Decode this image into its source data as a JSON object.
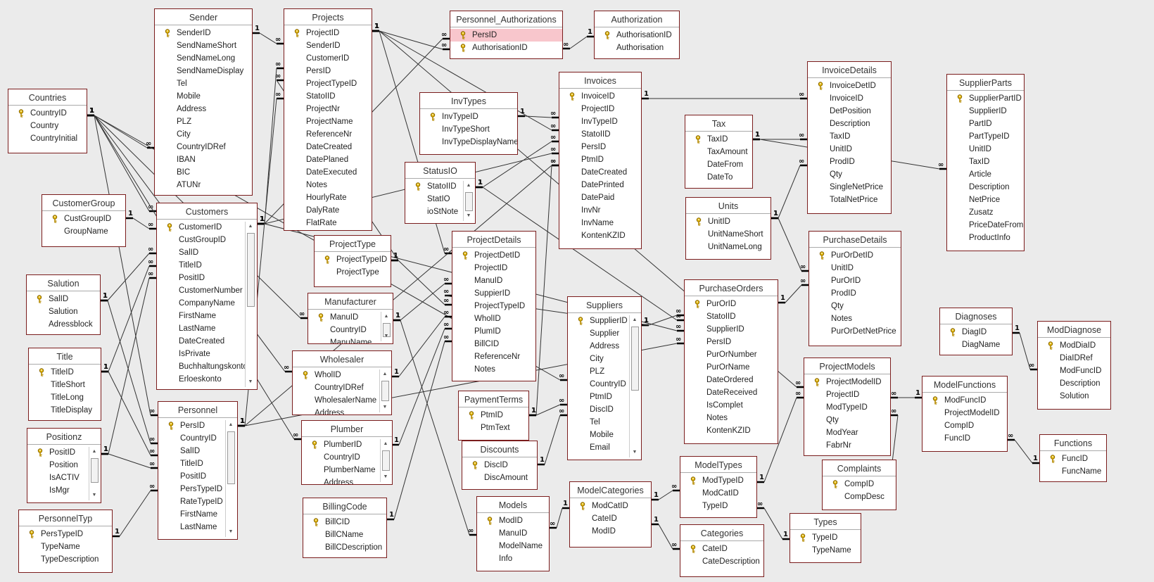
{
  "diagram": {
    "type": "relationships",
    "one_label": "1",
    "many_label": "∞",
    "tables": [
      {
        "name": "Sender",
        "fields": [
          {
            "n": "SenderID",
            "k": true
          },
          {
            "n": "SendNameShort"
          },
          {
            "n": "SendNameLong"
          },
          {
            "n": "SendNameDisplay"
          },
          {
            "n": "Tel"
          },
          {
            "n": "Mobile"
          },
          {
            "n": "Address"
          },
          {
            "n": "PLZ"
          },
          {
            "n": "City"
          },
          {
            "n": "CountryIDRef"
          },
          {
            "n": "IBAN"
          },
          {
            "n": "BIC"
          },
          {
            "n": "ATUNr"
          }
        ]
      },
      {
        "name": "Projects",
        "fields": [
          {
            "n": "ProjectID",
            "k": true
          },
          {
            "n": "SenderID"
          },
          {
            "n": "CustomerID"
          },
          {
            "n": "PersID"
          },
          {
            "n": "ProjectTypeID"
          },
          {
            "n": "StatoIID"
          },
          {
            "n": "ProjectNr"
          },
          {
            "n": "ProjectName"
          },
          {
            "n": "ReferenceNr"
          },
          {
            "n": "DateCreated"
          },
          {
            "n": "DatePlaned"
          },
          {
            "n": "DateExecuted"
          },
          {
            "n": "Notes"
          },
          {
            "n": "HourlyRate"
          },
          {
            "n": "DalyRate"
          },
          {
            "n": "FlatRate"
          }
        ]
      },
      {
        "name": "Personnel_Authorizations",
        "fields": [
          {
            "n": "PersID",
            "k": true,
            "sel": true
          },
          {
            "n": "AuthorisationID",
            "k": true
          }
        ]
      },
      {
        "name": "Authorization",
        "fields": [
          {
            "n": "AuthorisationID",
            "k": true
          },
          {
            "n": "Authorisation"
          }
        ]
      },
      {
        "name": "Countries",
        "fields": [
          {
            "n": "CountryID",
            "k": true
          },
          {
            "n": "Country"
          },
          {
            "n": "CountryInitial"
          }
        ]
      },
      {
        "name": "InvTypes",
        "fields": [
          {
            "n": "InvTypeID",
            "k": true
          },
          {
            "n": "InvTypeShort"
          },
          {
            "n": "InvTypeDisplayName"
          }
        ]
      },
      {
        "name": "Invoices",
        "fields": [
          {
            "n": "InvoiceID",
            "k": true
          },
          {
            "n": "ProjectID"
          },
          {
            "n": "InvTypeID"
          },
          {
            "n": "StatoIID"
          },
          {
            "n": "PersID"
          },
          {
            "n": "PtmID"
          },
          {
            "n": "DateCreated"
          },
          {
            "n": "DatePrinted"
          },
          {
            "n": "DatePaid"
          },
          {
            "n": "InvNr"
          },
          {
            "n": "InvName"
          },
          {
            "n": "KontenKZID"
          }
        ]
      },
      {
        "name": "InvoiceDetails",
        "fields": [
          {
            "n": "InvoiceDetID",
            "k": true
          },
          {
            "n": "InvoiceID"
          },
          {
            "n": "DetPosition"
          },
          {
            "n": "Description"
          },
          {
            "n": "TaxID"
          },
          {
            "n": "UnitID"
          },
          {
            "n": "ProdID"
          },
          {
            "n": "Qty"
          },
          {
            "n": "SingleNetPrice"
          },
          {
            "n": "TotalNetPrice"
          }
        ]
      },
      {
        "name": "SupplierParts",
        "fields": [
          {
            "n": "SupplierPartID",
            "k": true
          },
          {
            "n": "SupplierID"
          },
          {
            "n": "PartID"
          },
          {
            "n": "PartTypeID"
          },
          {
            "n": "UnitID"
          },
          {
            "n": "TaxID"
          },
          {
            "n": "Article"
          },
          {
            "n": "Description"
          },
          {
            "n": "NetPrice"
          },
          {
            "n": "Zusatz"
          },
          {
            "n": "PriceDateFrom"
          },
          {
            "n": "ProductInfo"
          }
        ]
      },
      {
        "name": "Tax",
        "fields": [
          {
            "n": "TaxID",
            "k": true
          },
          {
            "n": "TaxAmount"
          },
          {
            "n": "DateFrom"
          },
          {
            "n": "DateTo"
          }
        ]
      },
      {
        "name": "StatusIO",
        "scroll": true,
        "fields": [
          {
            "n": "StatoIID",
            "k": true
          },
          {
            "n": "StatIO"
          },
          {
            "n": "ioStNote"
          }
        ]
      },
      {
        "name": "CustomerGroup",
        "fields": [
          {
            "n": "CustGroupID",
            "k": true
          },
          {
            "n": "GroupName"
          }
        ]
      },
      {
        "name": "Customers",
        "scroll": true,
        "fields": [
          {
            "n": "CustomerID",
            "k": true
          },
          {
            "n": "CustGroupID"
          },
          {
            "n": "SalID"
          },
          {
            "n": "TitleID"
          },
          {
            "n": "PositID"
          },
          {
            "n": "CustomerNumber"
          },
          {
            "n": "CompanyName"
          },
          {
            "n": "FirstName"
          },
          {
            "n": "LastName"
          },
          {
            "n": "DateCreated"
          },
          {
            "n": "IsPrivate"
          },
          {
            "n": "Buchhaltungskonto"
          },
          {
            "n": "Erloeskonto"
          }
        ]
      },
      {
        "name": "Units",
        "fields": [
          {
            "n": "UnitID",
            "k": true
          },
          {
            "n": "UnitNameShort"
          },
          {
            "n": "UnitNameLong"
          }
        ]
      },
      {
        "name": "ProjectType",
        "fields": [
          {
            "n": "ProjectTypeID",
            "k": true
          },
          {
            "n": "ProjectType"
          }
        ]
      },
      {
        "name": "ProjectDetails",
        "fields": [
          {
            "n": "ProjectDetID",
            "k": true
          },
          {
            "n": "ProjectID"
          },
          {
            "n": "ManuID"
          },
          {
            "n": "SuppierID"
          },
          {
            "n": "ProjectTypeID"
          },
          {
            "n": "WholID"
          },
          {
            "n": "PlumID"
          },
          {
            "n": "BillCID"
          },
          {
            "n": "ReferenceNr"
          },
          {
            "n": "Notes"
          }
        ]
      },
      {
        "name": "PurchaseDetails",
        "fields": [
          {
            "n": "PurOrDetID",
            "k": true
          },
          {
            "n": "UnitID"
          },
          {
            "n": "PurOrID"
          },
          {
            "n": "ProdID"
          },
          {
            "n": "Qty"
          },
          {
            "n": "Notes"
          },
          {
            "n": "PurOrDetNetPrice"
          }
        ]
      },
      {
        "name": "Salution",
        "fields": [
          {
            "n": "SalID",
            "k": true
          },
          {
            "n": "Salution"
          },
          {
            "n": "Adressblock"
          }
        ]
      },
      {
        "name": "Manufacturer",
        "scroll": true,
        "fields": [
          {
            "n": "ManuID",
            "k": true
          },
          {
            "n": "CountryID"
          },
          {
            "n": "ManuName"
          }
        ]
      },
      {
        "name": "PurchaseOrders",
        "fields": [
          {
            "n": "PurOrID",
            "k": true
          },
          {
            "n": "StatoIID"
          },
          {
            "n": "SupplierID"
          },
          {
            "n": "PersID"
          },
          {
            "n": "PurOrNumber"
          },
          {
            "n": "PurOrName"
          },
          {
            "n": "DateOrdered"
          },
          {
            "n": "DateReceived"
          },
          {
            "n": "IsComplet"
          },
          {
            "n": "Notes"
          },
          {
            "n": "KontenKZID"
          }
        ]
      },
      {
        "name": "Suppliers",
        "scroll": true,
        "fields": [
          {
            "n": "SupplierID",
            "k": true
          },
          {
            "n": "Supplier"
          },
          {
            "n": "Address"
          },
          {
            "n": "City"
          },
          {
            "n": "PLZ"
          },
          {
            "n": "CountryID"
          },
          {
            "n": "PtmID"
          },
          {
            "n": "DiscID"
          },
          {
            "n": "Tel"
          },
          {
            "n": "Mobile"
          },
          {
            "n": "Email"
          }
        ]
      },
      {
        "name": "Diagnoses",
        "fields": [
          {
            "n": "DiagID",
            "k": true
          },
          {
            "n": "DiagName"
          }
        ]
      },
      {
        "name": "ModDiagnose",
        "fields": [
          {
            "n": "ModDiaID",
            "k": true
          },
          {
            "n": "DiaIDRef"
          },
          {
            "n": "ModFuncID"
          },
          {
            "n": "Description"
          },
          {
            "n": "Solution"
          }
        ]
      },
      {
        "name": "Title",
        "fields": [
          {
            "n": "TitleID",
            "k": true
          },
          {
            "n": "TitleShort"
          },
          {
            "n": "TitleLong"
          },
          {
            "n": "TitleDisplay"
          }
        ]
      },
      {
        "name": "Wholesaler",
        "scroll": true,
        "fields": [
          {
            "n": "WholID",
            "k": true
          },
          {
            "n": "CountryIDRef"
          },
          {
            "n": "WholesalerName"
          },
          {
            "n": "Address"
          }
        ]
      },
      {
        "name": "ProjectModels",
        "fields": [
          {
            "n": "ProjectModelID",
            "k": true
          },
          {
            "n": "ProjectID"
          },
          {
            "n": "ModTypeID"
          },
          {
            "n": "Qty"
          },
          {
            "n": "ModYear"
          },
          {
            "n": "FabrNr"
          }
        ]
      },
      {
        "name": "ModelFunctions",
        "fields": [
          {
            "n": "ModFuncID",
            "k": true
          },
          {
            "n": "ProjectModelID"
          },
          {
            "n": "CompID"
          },
          {
            "n": "FuncID"
          }
        ]
      },
      {
        "name": "PaymentTerms",
        "fields": [
          {
            "n": "PtmID",
            "k": true
          },
          {
            "n": "PtmText"
          }
        ]
      },
      {
        "name": "Personnel",
        "scroll": true,
        "fields": [
          {
            "n": "PersID",
            "k": true
          },
          {
            "n": "CountryID"
          },
          {
            "n": "SalID"
          },
          {
            "n": "TitleID"
          },
          {
            "n": "PositID"
          },
          {
            "n": "PersTypeID"
          },
          {
            "n": "RateTypeID"
          },
          {
            "n": "FirstName"
          },
          {
            "n": "LastName"
          }
        ]
      },
      {
        "name": "Plumber",
        "scroll": true,
        "fields": [
          {
            "n": "PlumberID",
            "k": true
          },
          {
            "n": "CountryID"
          },
          {
            "n": "PlumberName"
          },
          {
            "n": "Address"
          }
        ]
      },
      {
        "name": "Positionz",
        "scroll": true,
        "fields": [
          {
            "n": "PositID",
            "k": true
          },
          {
            "n": "Position"
          },
          {
            "n": "IsACTIV"
          },
          {
            "n": "IsMgr"
          }
        ]
      },
      {
        "name": "Discounts",
        "fields": [
          {
            "n": "DiscID",
            "k": true
          },
          {
            "n": "DiscAmount"
          }
        ]
      },
      {
        "name": "Functions",
        "fields": [
          {
            "n": "FuncID",
            "k": true
          },
          {
            "n": "FuncName"
          }
        ]
      },
      {
        "name": "Complaints",
        "fields": [
          {
            "n": "CompID",
            "k": true
          },
          {
            "n": "CompDesc"
          }
        ]
      },
      {
        "name": "ModelTypes",
        "fields": [
          {
            "n": "ModTypeID",
            "k": true
          },
          {
            "n": "ModCatID"
          },
          {
            "n": "TypeID"
          }
        ]
      },
      {
        "name": "ModelCategories",
        "fields": [
          {
            "n": "ModCatID",
            "k": true
          },
          {
            "n": "CateID"
          },
          {
            "n": "ModID"
          }
        ]
      },
      {
        "name": "Models",
        "fields": [
          {
            "n": "ModID",
            "k": true
          },
          {
            "n": "ManuID"
          },
          {
            "n": "ModelName"
          },
          {
            "n": "Info"
          }
        ]
      },
      {
        "name": "BillingCode",
        "fields": [
          {
            "n": "BillCID",
            "k": true
          },
          {
            "n": "BillCName"
          },
          {
            "n": "BillCDescription"
          }
        ]
      },
      {
        "name": "PersonnelTyp",
        "fields": [
          {
            "n": "PersTypeID",
            "k": true
          },
          {
            "n": "TypeName"
          },
          {
            "n": "TypeDescription"
          }
        ]
      },
      {
        "name": "Types",
        "fields": [
          {
            "n": "TypeID",
            "k": true
          },
          {
            "n": "TypeName"
          }
        ]
      },
      {
        "name": "Categories",
        "fields": [
          {
            "n": "CateID",
            "k": true
          },
          {
            "n": "CateDescription"
          }
        ]
      }
    ]
  }
}
